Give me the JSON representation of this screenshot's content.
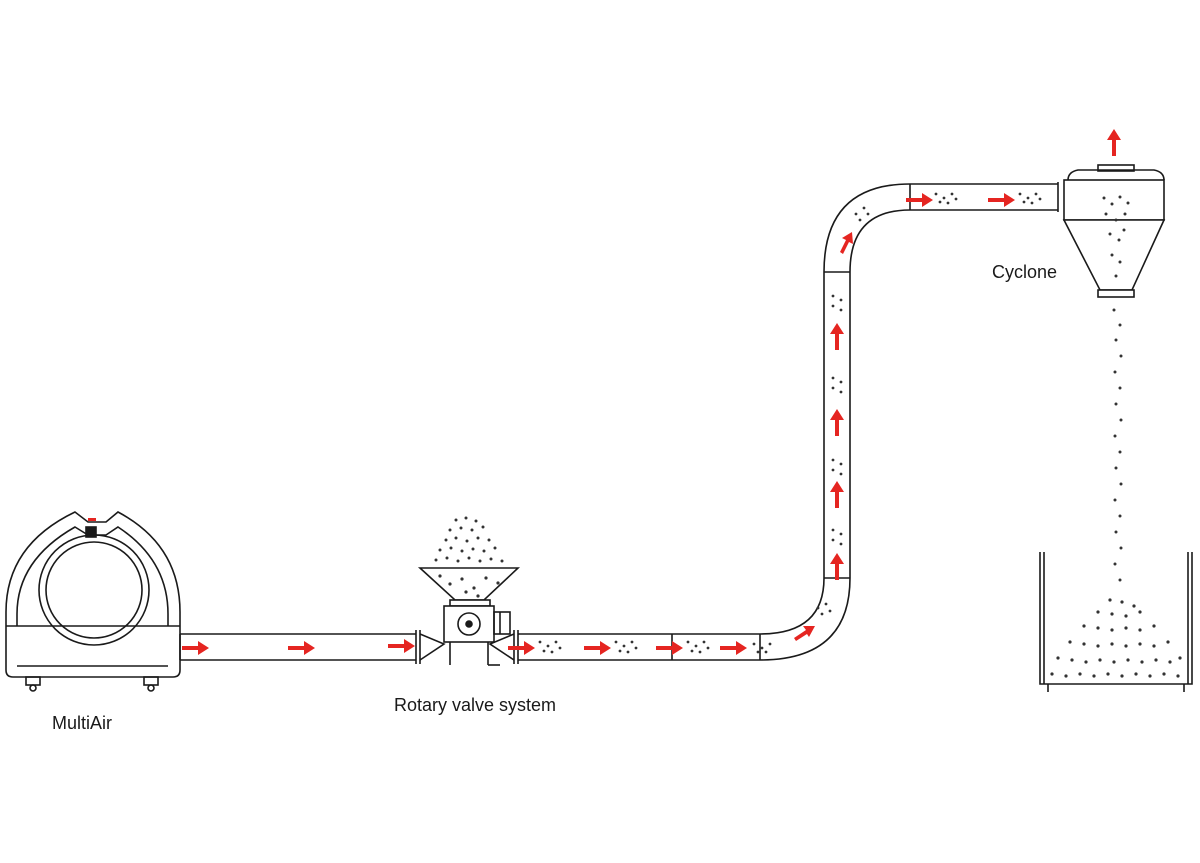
{
  "labels": {
    "multiair": "MultiAir",
    "rotary_valve": "Rotary valve system",
    "cyclone": "Cyclone"
  },
  "colors": {
    "line": "#1a1a1a",
    "flow_arrow": "#e52521",
    "particles": "#333333",
    "blower_dot": "#e52521"
  },
  "icons": {
    "flow": "arrow-right-icon"
  }
}
